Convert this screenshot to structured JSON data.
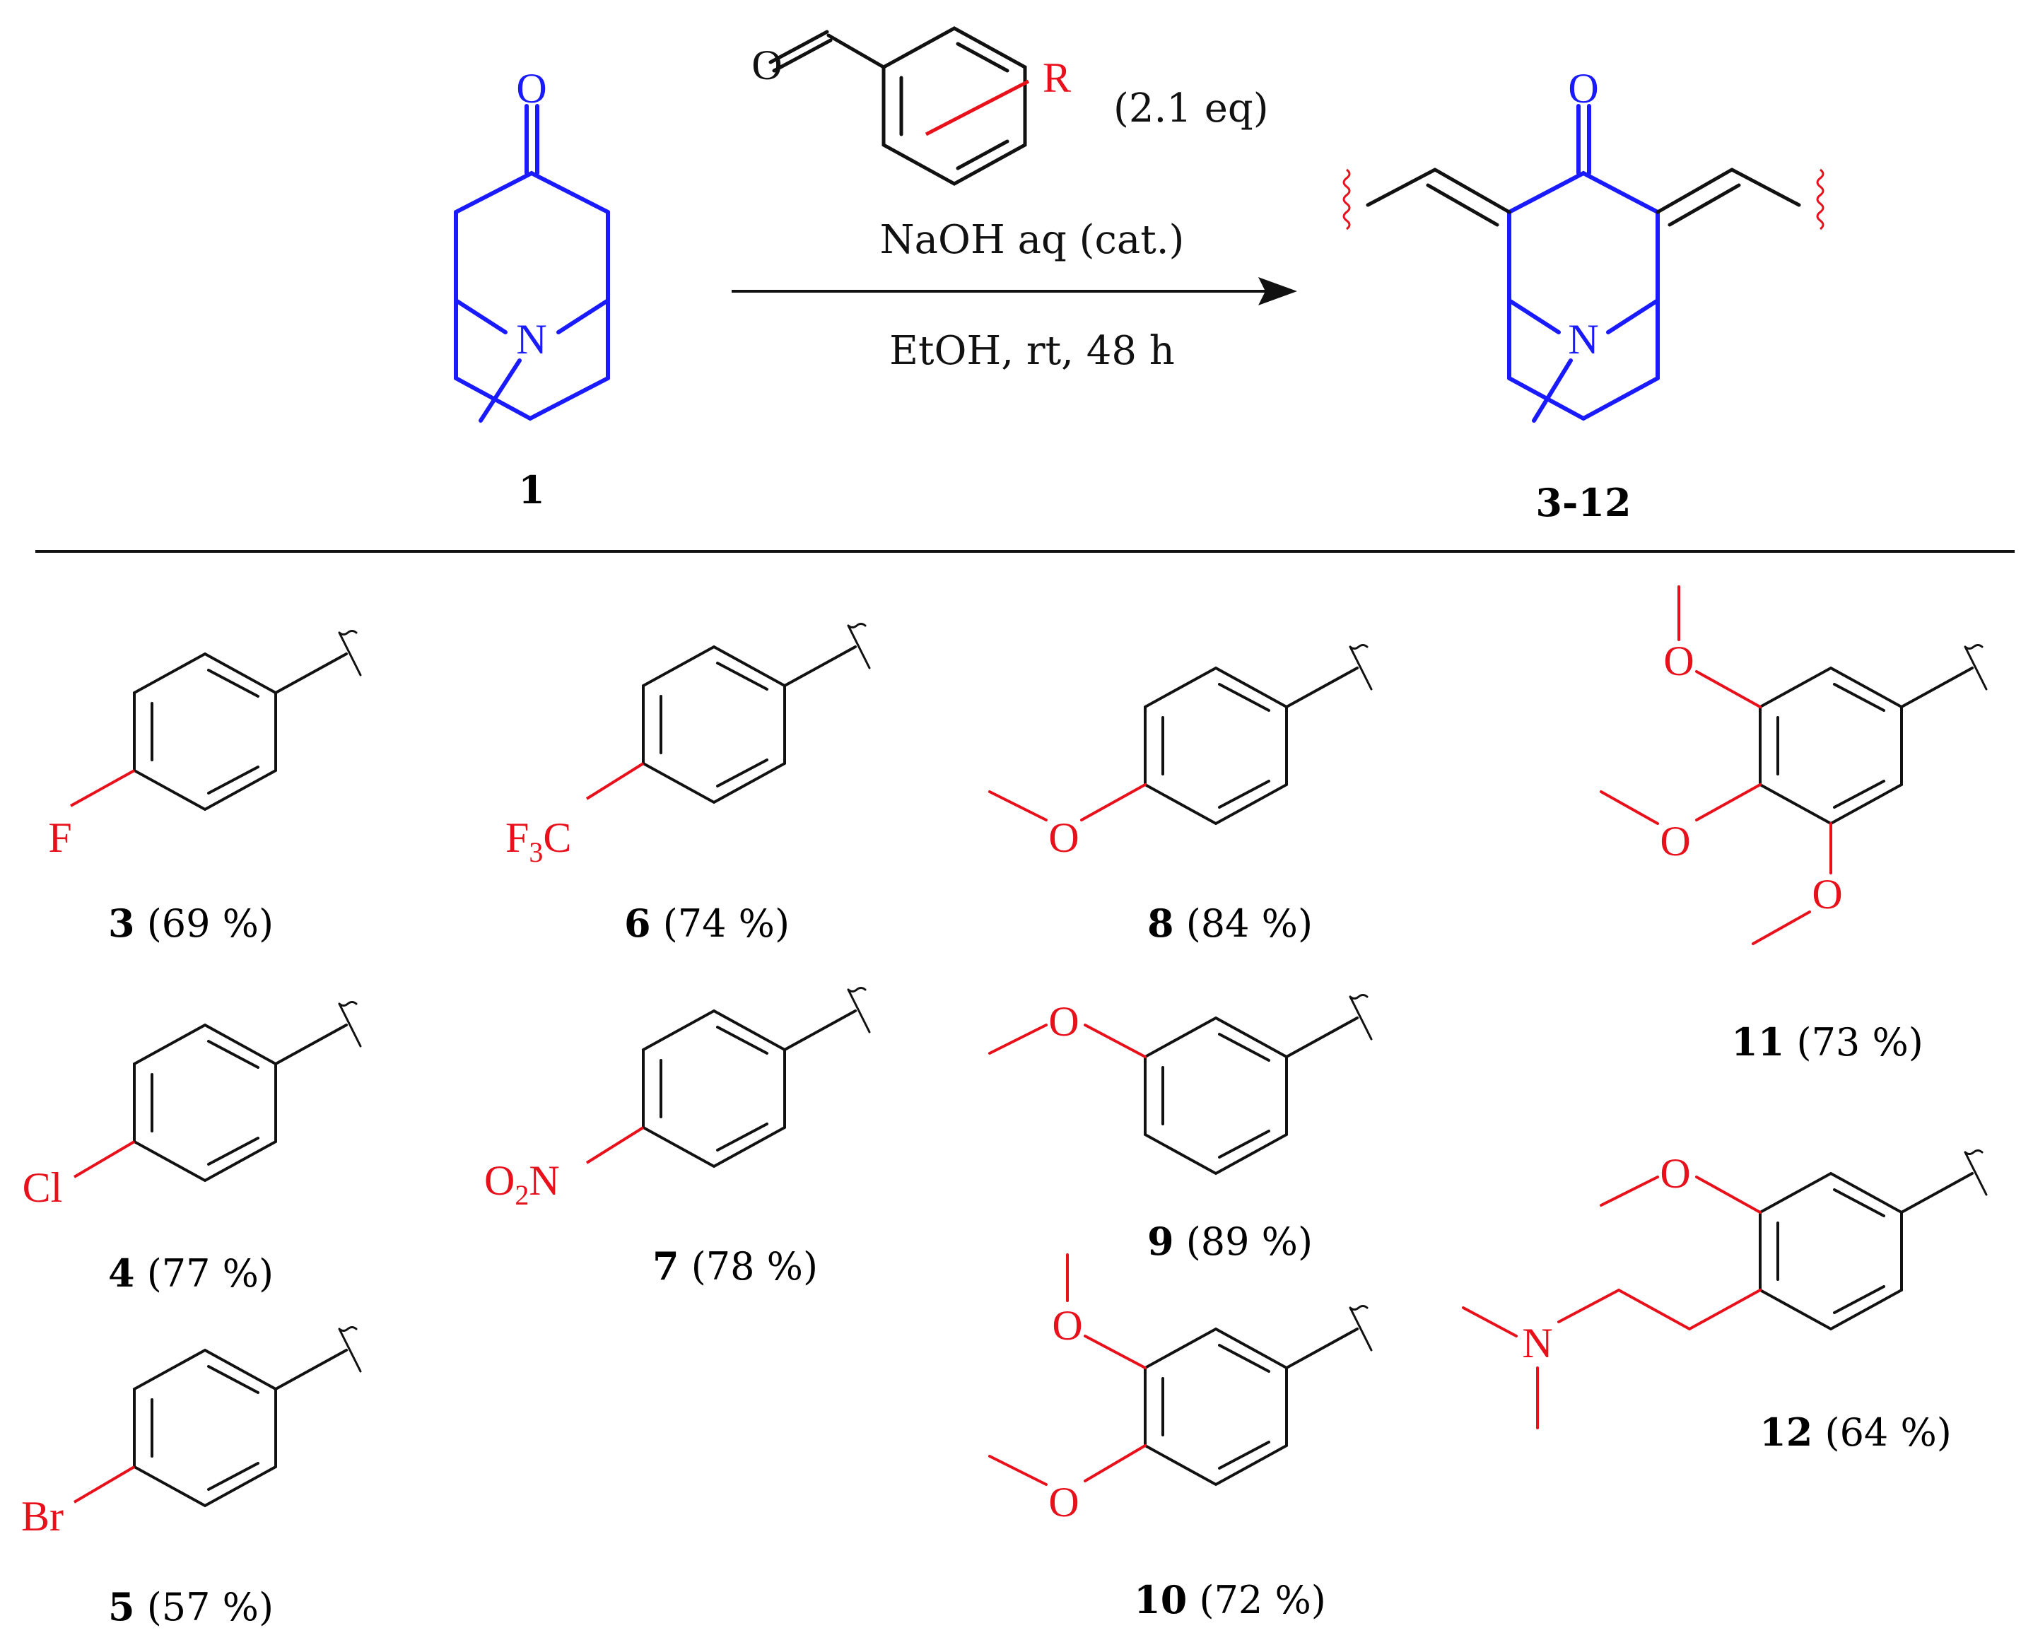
{
  "colors": {
    "core": "#1a1aff",
    "substituent": "#e8101a",
    "line": "#111111"
  },
  "reaction": {
    "reagent_amount": "(2.1 eq)",
    "condition_top": "NaOH aq (cat.)",
    "condition_bottom": "EtOH, rt, 48 h",
    "reactant_label": "1",
    "product_label": "3-12",
    "aldehyde_O": "O",
    "aldehyde_R": "R",
    "ketone_O": "O",
    "amine_N": "N"
  },
  "compounds": [
    {
      "id": "3",
      "yield": "(69 %)",
      "atom": "F"
    },
    {
      "id": "4",
      "yield": "(77 %)",
      "atom": "Cl"
    },
    {
      "id": "5",
      "yield": "(57 %)",
      "atom": "Br"
    },
    {
      "id": "6",
      "yield": "(74 %)",
      "atom": "F",
      "atom_sub": "3",
      "atom_tail": "C"
    },
    {
      "id": "7",
      "yield": "(78 %)",
      "atom": "O",
      "atom_sub": "2",
      "atom_tail": "N"
    },
    {
      "id": "8",
      "yield": "(84 %)",
      "atom": "O"
    },
    {
      "id": "9",
      "yield": "(89 %)",
      "atom": "O"
    },
    {
      "id": "10",
      "yield": "(72 %)",
      "atom": "O"
    },
    {
      "id": "11",
      "yield": "(73 %)",
      "atom": "O"
    },
    {
      "id": "12",
      "yield": "(64 %)",
      "atom": "O",
      "atom2": "N"
    }
  ]
}
